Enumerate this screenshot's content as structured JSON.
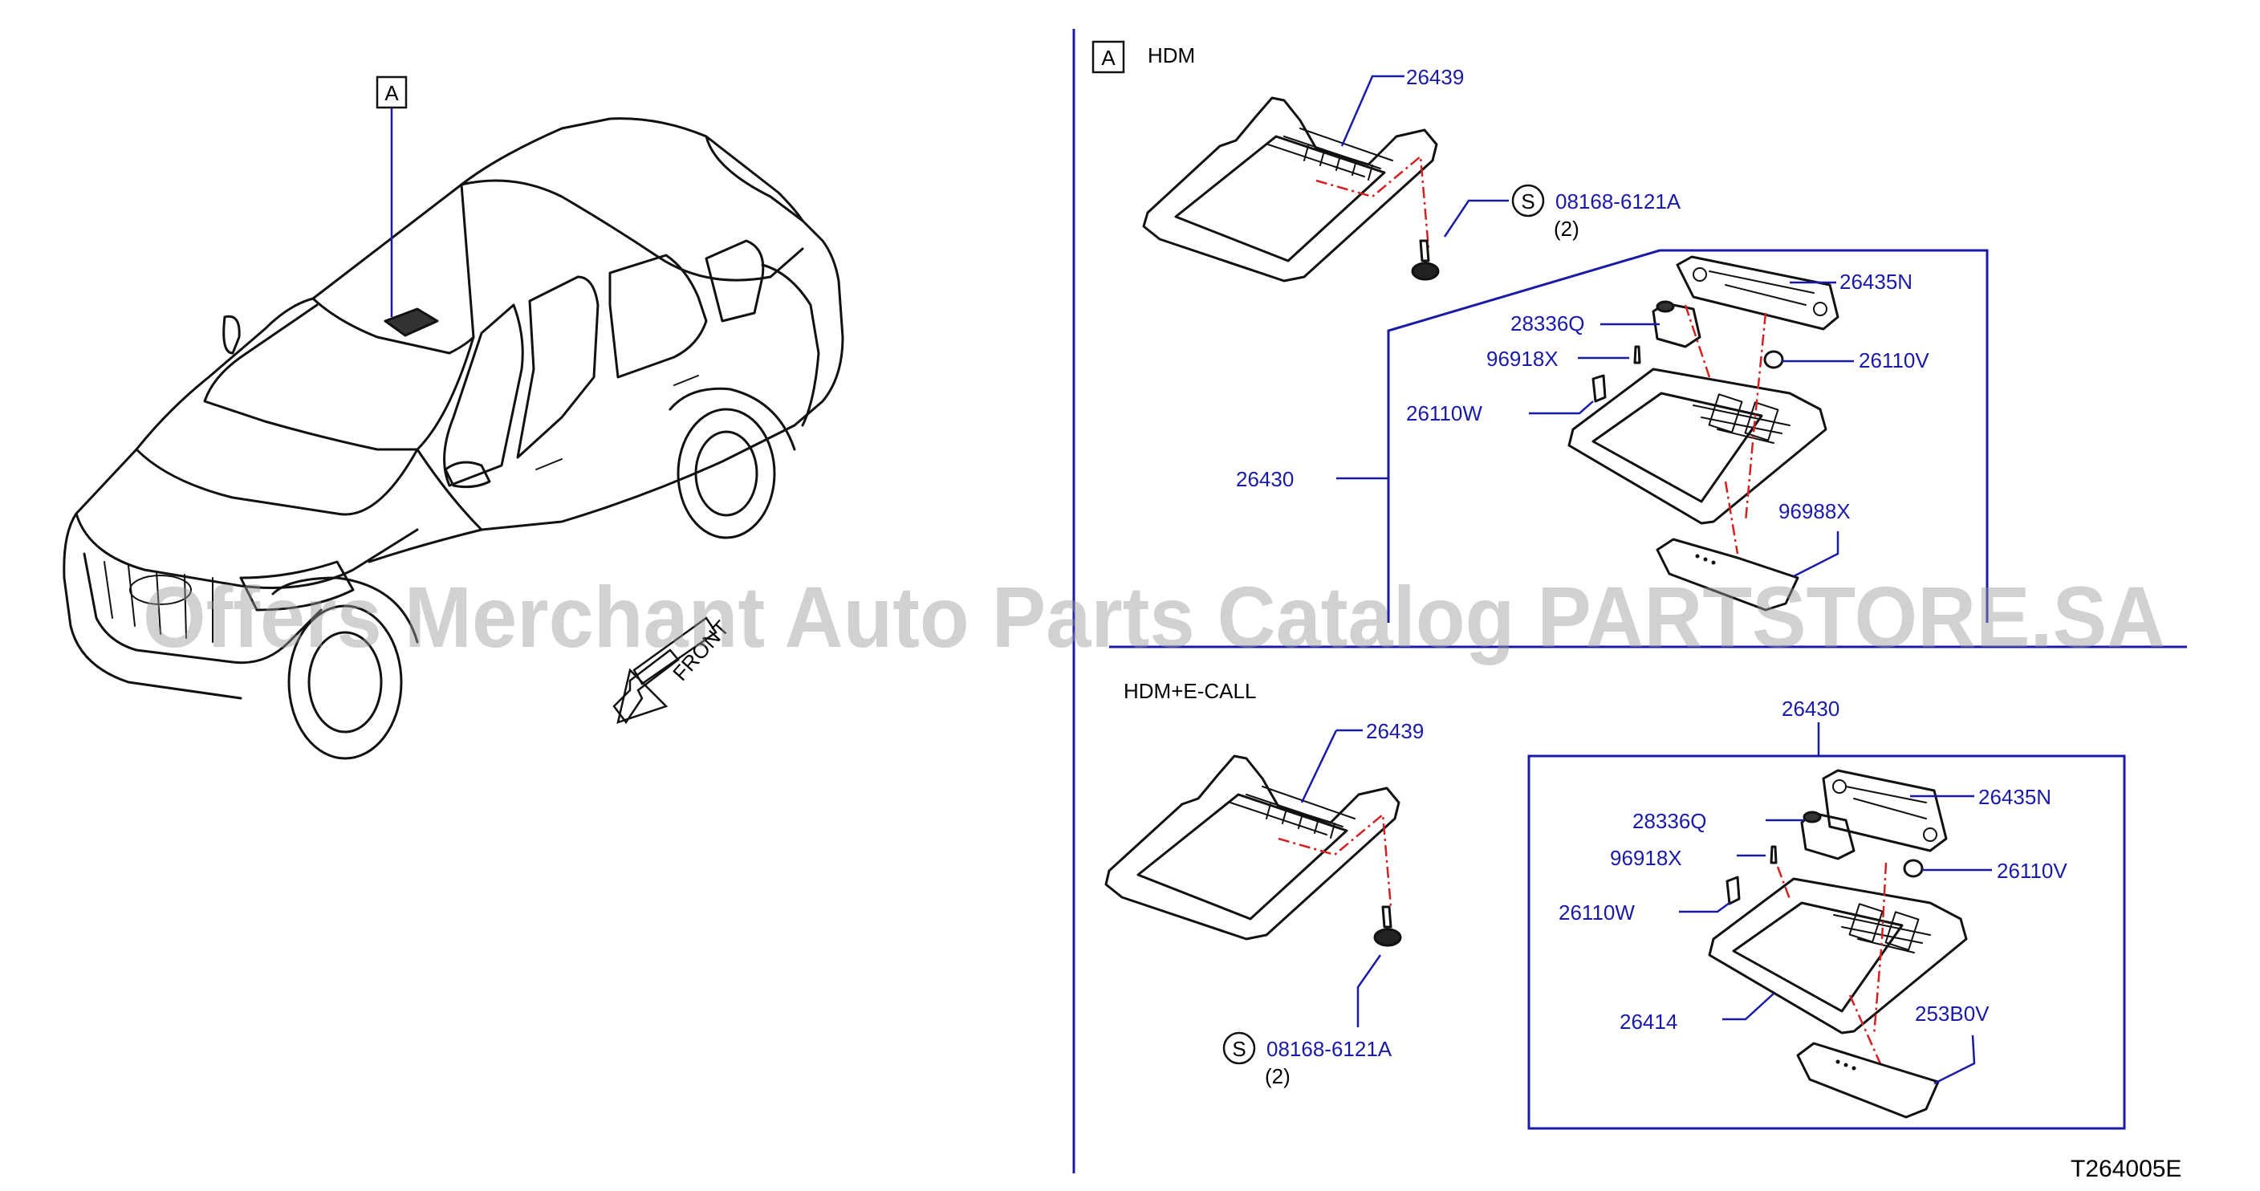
{
  "callouts": {
    "car_ref": "A",
    "section_ref": "A"
  },
  "section_hdm": {
    "title": "HDM",
    "labels": {
      "p26439": "26439",
      "screw_symbol": "S",
      "screw_code": "08168-6121A",
      "screw_qty": "(2)",
      "p26435n": "26435N",
      "p28336q": "28336Q",
      "p96918x": "96918X",
      "p26110v": "26110V",
      "p26110w": "26110W",
      "p26430": "26430",
      "p96988x": "96988X"
    }
  },
  "section_ecall": {
    "title": "HDM+E-CALL",
    "labels": {
      "p26439": "26439",
      "screw_symbol": "S",
      "screw_code": "08168-6121A",
      "screw_qty": "(2)",
      "p26430": "26430",
      "p26435n": "26435N",
      "p28336q": "28336Q",
      "p96918x": "96918X",
      "p26110v": "26110V",
      "p26110w": "26110W",
      "p26414": "26414",
      "p253b0v": "253B0V"
    }
  },
  "front_arrow_label": "FRONT",
  "watermark": "Offers Merchant Auto Parts Catalog PARTSTORE.SA",
  "diagram_code": "T264005E",
  "colors": {
    "label": "#1a1aa8",
    "leader": "#1a1aa8",
    "centerline": "#d42020",
    "line_art": "#111111"
  }
}
